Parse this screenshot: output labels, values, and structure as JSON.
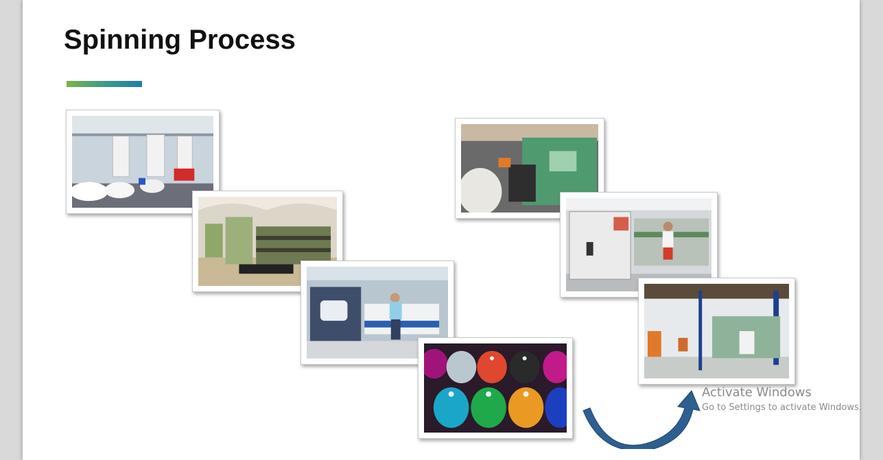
{
  "slide": {
    "title": "Spinning Process"
  },
  "photos": [
    {
      "name": "photo-cotton-bales",
      "icon": "cotton-bale-warehouse-image"
    },
    {
      "name": "photo-carding-machines",
      "icon": "carding-machine-image"
    },
    {
      "name": "photo-weaving-loom",
      "icon": "weaving-loom-image"
    },
    {
      "name": "photo-yarn-cones",
      "icon": "colored-yarn-cones-image"
    },
    {
      "name": "photo-spinning-machine",
      "icon": "green-spinning-machine-image"
    },
    {
      "name": "photo-ring-frame",
      "icon": "ring-spinning-frame-image"
    },
    {
      "name": "photo-factory-floor",
      "icon": "factory-floor-image"
    }
  ],
  "watermark": {
    "line1": "Activate Windows",
    "line2": "Go to Settings to activate Windows."
  },
  "colors": {
    "accent_start": "#7ab648",
    "accent_end": "#1f7fa6",
    "arrow": "#2d5f91"
  }
}
